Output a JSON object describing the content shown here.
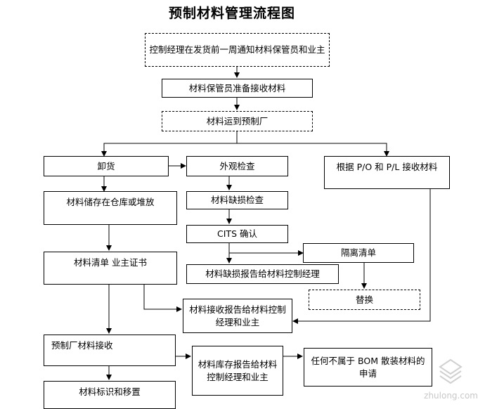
{
  "title": "预制材料管理流程图",
  "nodes": {
    "notify": "控制经理在发货前一周通知材料保管员和业主",
    "prepare": "材料保管员准备接收材料",
    "transport": "材料运到预制厂",
    "unload": "卸货",
    "visual_check": "外观检查",
    "receive_po": "根据 P/O 和 P/L 接收材料",
    "store": "材料储存在仓库或堆放",
    "damage_check": "材料缺损检查",
    "cits": "CITS 确认",
    "isolation_list": "隔离清单",
    "damage_report": "材料缺损报告给材料控制经理",
    "replace": "替换",
    "material_list": "材料清单 业主证书",
    "receipt_report": "材料接收报告给材料控制经理和业主",
    "plant_receive": "预制厂材料接收",
    "inventory_report": "材料库存报告给材料控制经理和业主",
    "non_bom": "任何不属于 BOM 散装材料的申请",
    "mark_move": "材料标识和移置"
  },
  "watermark": "zhulong.com"
}
